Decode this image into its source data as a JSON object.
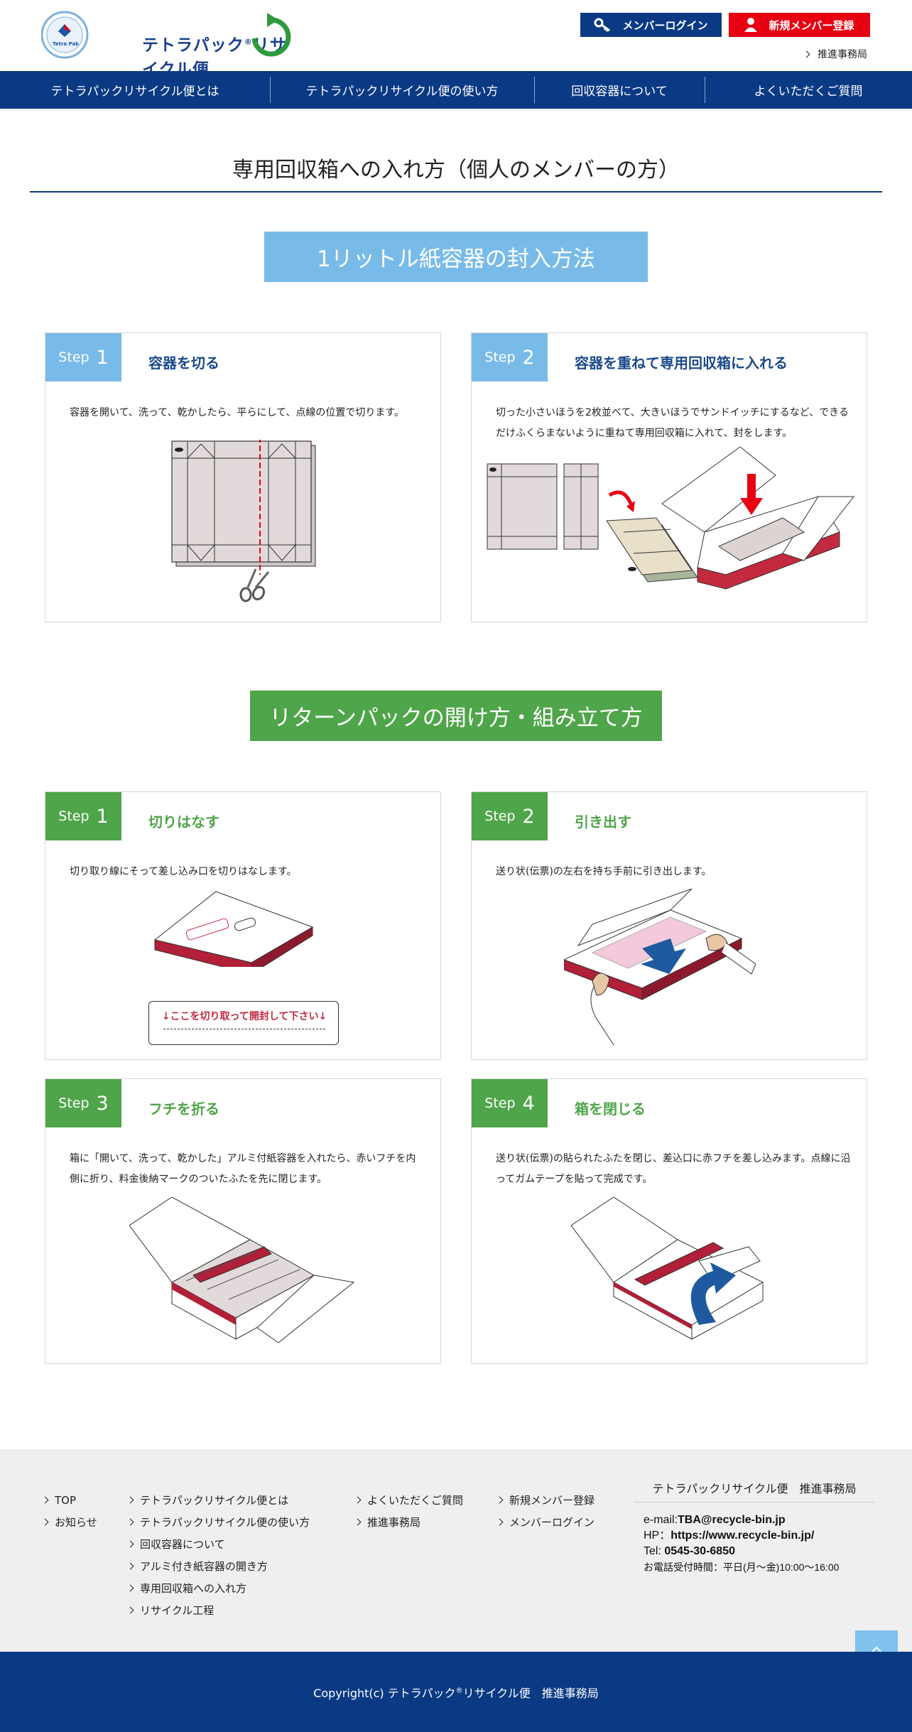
{
  "header": {
    "logo_text": "テトラパック",
    "logo_text_reg": "®",
    "logo_text_tail": "リサイクル便",
    "logo_badge": "Tetra Pak",
    "login_label": "メンバーログイン",
    "register_label": "新規メンバー登録",
    "office_link": "推進事務局"
  },
  "nav": [
    {
      "label": "テトラパックリサイクル便とは"
    },
    {
      "label": "テトラパックリサイクル便の使い方"
    },
    {
      "label": "回収容器について"
    },
    {
      "label": "よくいただくご質問"
    }
  ],
  "page_title": "専用回収箱への入れ方（個人のメンバーの方）",
  "section1": {
    "banner": "1リットル紙容器の封入方法",
    "steps": [
      {
        "word": "Step",
        "num": "1",
        "title": "容器を切る",
        "desc": "容器を開いて、洗って、乾かしたら、平らにして、点線の位置で切ります。"
      },
      {
        "word": "Step",
        "num": "2",
        "title": "容器を重ねて専用回収箱に入れる",
        "desc": "切った小さいほうを2枚並べて、大きいほうでサンドイッチにするなど、できるだけふくらまないように重ねて専用回収箱に入れて、封をします。"
      }
    ]
  },
  "section2": {
    "banner": "リターンパックの開け方・組み立て方",
    "steps": [
      {
        "word": "Step",
        "num": "1",
        "title": "切りはなす",
        "desc": "切り取り線にそって差し込み口を切りはなします。",
        "callout": "↓ここを切り取って開封して下さい↓"
      },
      {
        "word": "Step",
        "num": "2",
        "title": "引き出す",
        "desc": "送り状(伝票)の左右を持ち手前に引き出します。"
      },
      {
        "word": "Step",
        "num": "3",
        "title": "フチを折る",
        "desc": "箱に「開いて、洗って、乾かした」アルミ付紙容器を入れたら、赤いフチを内側に折り、料金後納マークのついたふたを先に閉じます。"
      },
      {
        "word": "Step",
        "num": "4",
        "title": "箱を閉じる",
        "desc": "送り状(伝票)の貼られたふたを閉じ、差込口に赤フチを差し込みます。点線に沿ってガムテープを貼って完成です。"
      }
    ]
  },
  "footer": {
    "col1": [
      "TOP",
      "お知らせ"
    ],
    "col2": [
      "テトラパックリサイクル便とは",
      "テトラパックリサイクル便の使い方",
      "回収容器について",
      "アルミ付き紙容器の開き方",
      "専用回収箱への入れ方",
      "リサイクル工程"
    ],
    "col3": [
      "よくいただくご質問",
      "推進事務局"
    ],
    "col4": [
      "新規メンバー登録",
      "メンバーログイン"
    ],
    "contact_title": "テトラパックリサイクル便　推進事務局",
    "email_label": "e-mail:",
    "email": "TBA@recycle-bin.jp",
    "hp_label": "HP：",
    "hp": "https://www.recycle-bin.jp/",
    "tel_label": "Tel: ",
    "tel": "0545-30-6850",
    "hours": "お電話受付時間：平日(月～金)10:00～16:00"
  },
  "copyright": {
    "prefix": "Copyright(c) テトラパック",
    "reg": "®",
    "suffix": "リサイクル便　推進事務局"
  },
  "colors": {
    "navy": "#0b3a84",
    "red": "#e60012",
    "light_blue": "#79bbe8",
    "green": "#4fa54a"
  }
}
